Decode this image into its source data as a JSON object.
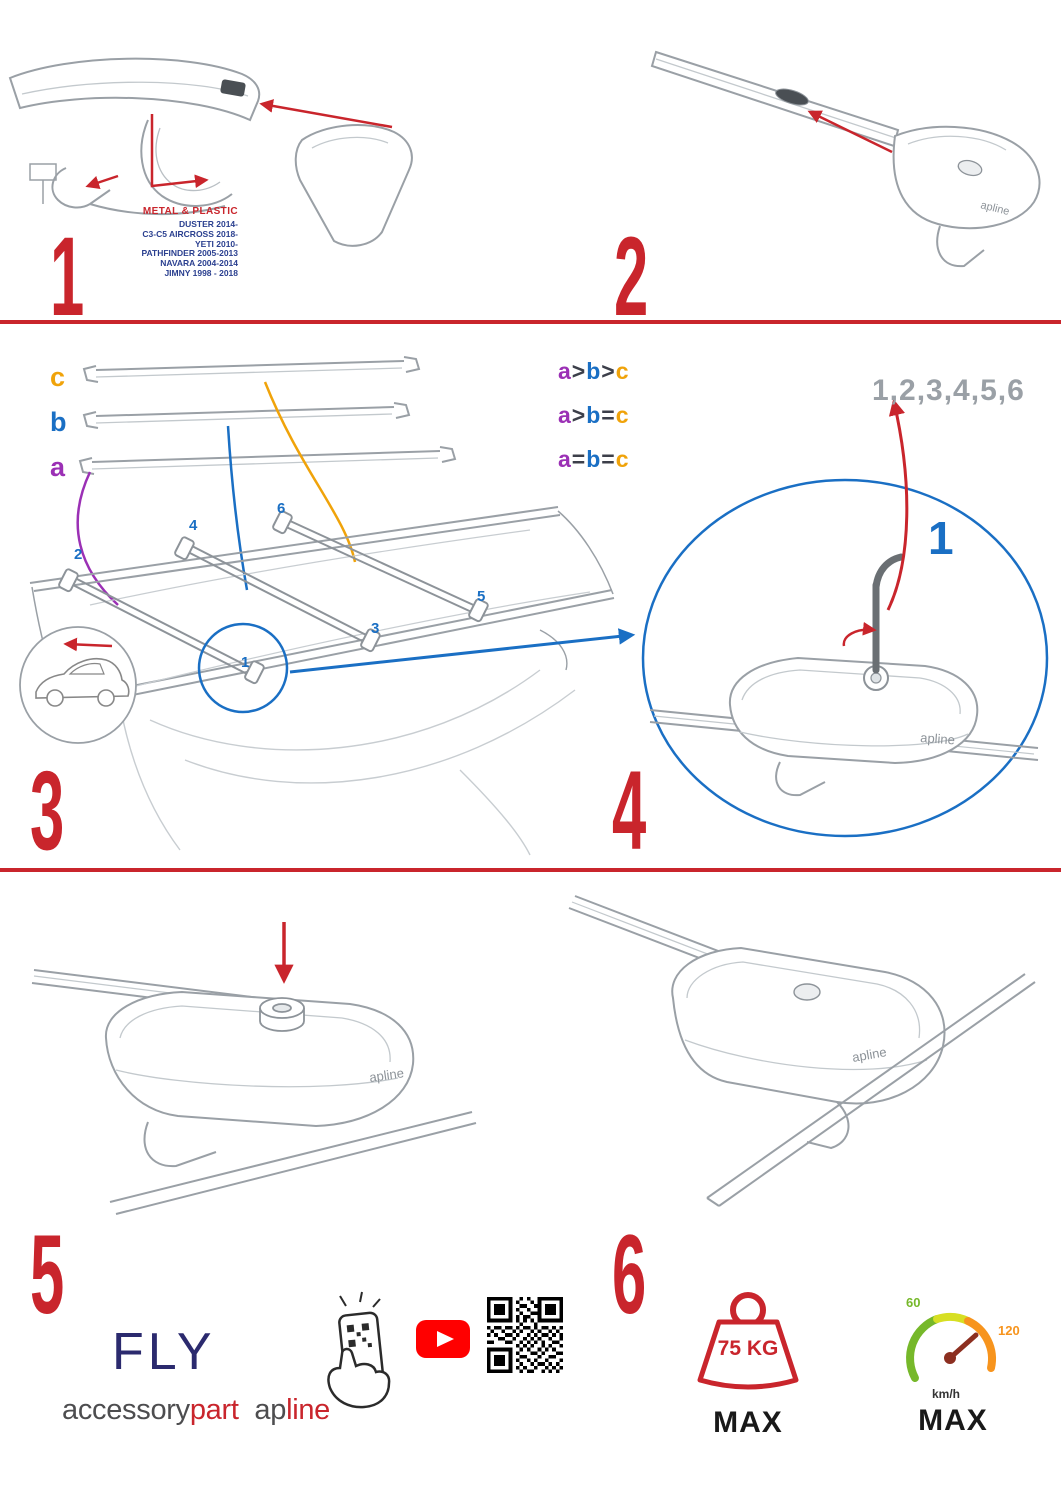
{
  "colors": {
    "red": "#c9252c",
    "blue": "#1a6fc4",
    "purple": "#9b30b5",
    "orange": "#f0a30a",
    "gray": "#9aa0a6",
    "navy": "#2b2a6e",
    "youtube_red": "#ff0000",
    "gauge_green": "#76b82a",
    "gauge_orange": "#f7941d"
  },
  "step1": {
    "number": "1",
    "material": "METAL & PLASTIC",
    "models": [
      "DUSTER 2014-",
      "C3-C5 AIRCROSS 2018-",
      "YETI 2010-",
      "PATHFINDER 2005-2013",
      "NAVARA 2004-2014",
      "JIMNY 1998 - 2018"
    ]
  },
  "step2": {
    "number": "2"
  },
  "step3": {
    "number": "3",
    "bar_labels": [
      "c",
      "b",
      "a"
    ],
    "comparisons": [
      [
        "a",
        ">",
        "b",
        ">",
        "c"
      ],
      [
        "a",
        ">",
        "b",
        "=",
        "c"
      ],
      [
        "a",
        "=",
        "b",
        "=",
        "c"
      ]
    ],
    "roof_positions": [
      "1",
      "2",
      "3",
      "4",
      "5",
      "6"
    ]
  },
  "step4": {
    "number": "4",
    "sequence": "1,2,3,4,5,6",
    "first": "1"
  },
  "step5": {
    "number": "5"
  },
  "step6": {
    "number": "6",
    "weight": "75 KG",
    "weight_max": "MAX",
    "speed_low": "60",
    "speed_high": "120",
    "speed_unit": "km/h",
    "speed_max": "MAX"
  },
  "brand": {
    "product": "FLY",
    "accessory": "accessory",
    "part": "part",
    "ap": "ap",
    "line": "line",
    "clamp_logo": "apline"
  }
}
